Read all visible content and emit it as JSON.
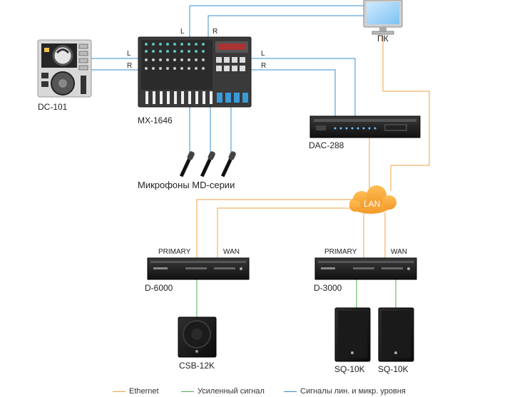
{
  "devices": {
    "dc101": "DC-101",
    "mx1646": "MX-1646",
    "dac288": "DAC-288",
    "pc": "ПК",
    "mics": "Микрофоны MD-серии",
    "lan": "LAN",
    "d6000": "D-6000",
    "d3000": "D-3000",
    "csb12k": "CSB-12K",
    "sq10k_left": "SQ-10K",
    "sq10k_right": "SQ-10K"
  },
  "ports": {
    "mixer_top_l": "L",
    "mixer_top_r": "R",
    "dc_out_l": "L",
    "dc_out_r": "R",
    "mixer_out_l": "L",
    "mixer_out_r": "R",
    "d6000_primary": "PRIMARY",
    "d6000_wan": "WAN",
    "d3000_primary": "PRIMARY",
    "d3000_wan": "WAN"
  },
  "legend": [
    {
      "label": "Ethernet",
      "color": "#f0a040"
    },
    {
      "label": "Усиленный сигнал",
      "color": "#4caf50"
    },
    {
      "label": "Сигналы лин. и микр. уровня",
      "color": "#3a8fd0"
    }
  ],
  "colors": {
    "ethernet": "#f0a040",
    "amplified": "#4caf50",
    "line": "#3a8fd0"
  }
}
